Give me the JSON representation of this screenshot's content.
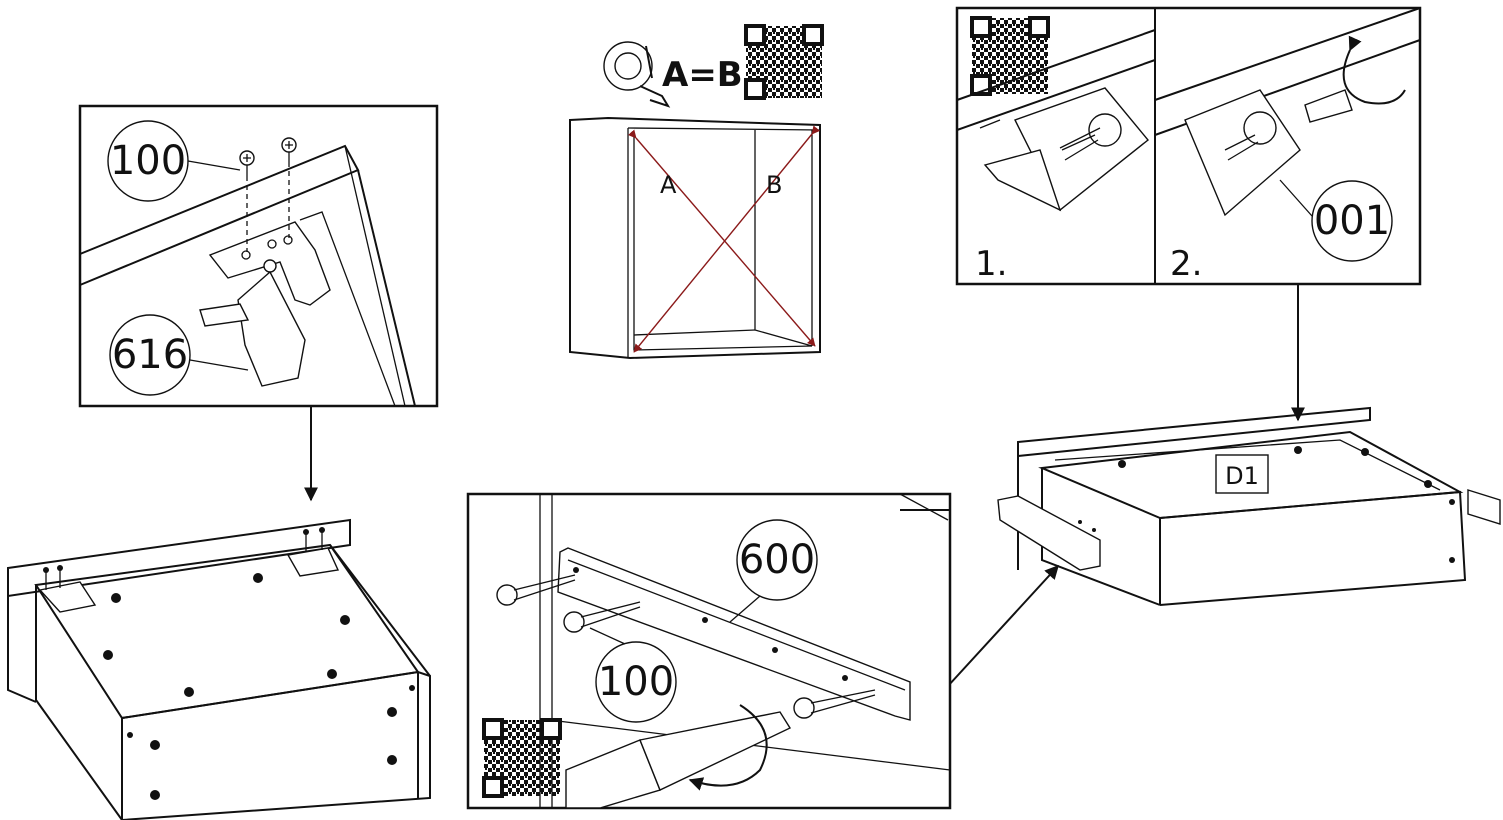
{
  "callouts": {
    "screw_top_left": "100",
    "clip_part": "616",
    "rail_part": "600",
    "screw_rail": "100",
    "connector_part": "001"
  },
  "measure": {
    "formula": "A=B",
    "diag_a": "A",
    "diag_b": "B"
  },
  "steps": {
    "step1": "1.",
    "step2": "2."
  },
  "drawer_label": "D1",
  "colors": {
    "line": "#111111",
    "diagonal": "#8b1a1a",
    "background": "#ffffff"
  },
  "icons": [
    "tape-measure-icon",
    "qr-code-icon",
    "screwdriver-icon",
    "rotate-arrow-icon",
    "screw-icon"
  ]
}
